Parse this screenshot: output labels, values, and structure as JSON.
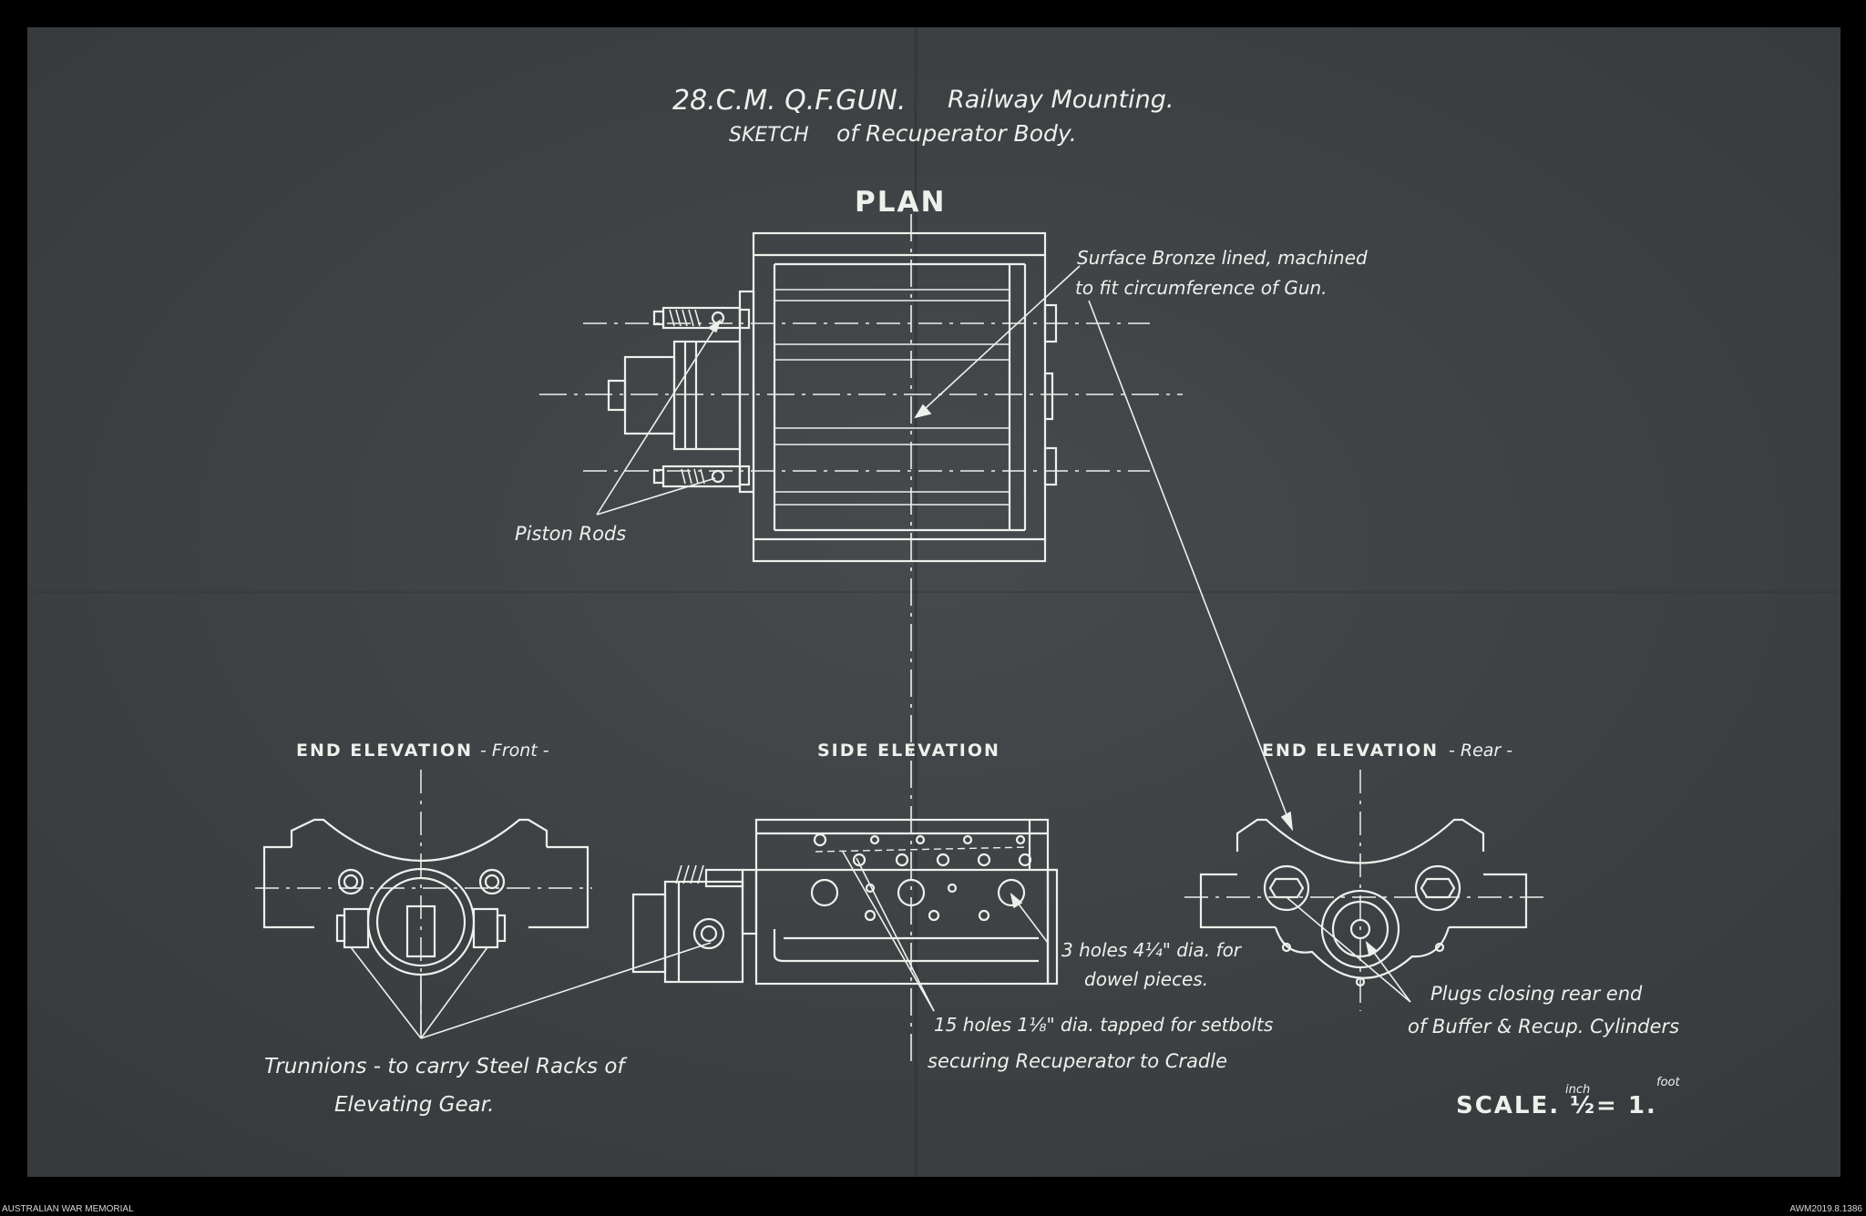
{
  "title": {
    "line1_gun": "28.C.M. Q.F.GUN.",
    "line1_mount": "Railway Mounting.",
    "line2_sketch": "SKETCH",
    "line2_rest": "of Recuperator Body."
  },
  "views": {
    "plan": "PLAN",
    "end_front_main": "END ELEVATION",
    "end_front_sub": "- Front -",
    "side": "SIDE ELEVATION",
    "end_rear_main": "END ELEVATION",
    "end_rear_sub": "- Rear -"
  },
  "notes": {
    "surface_line1": "Surface Bronze lined, machined",
    "surface_line2": "to fit circumference of Gun.",
    "piston_rods": "Piston Rods",
    "holes3_line1": "3 holes 4¼\" dia. for",
    "holes3_line2": "dowel pieces.",
    "holes15_line1": "15 holes 1⅛\" dia. tapped for setbolts",
    "holes15_line2": "securing Recuperator to Cradle",
    "plugs_line1": "Plugs closing rear end",
    "plugs_line2": "of Buffer & Recup. Cylinders",
    "trunnions_line1": "Trunnions - to carry Steel Racks of",
    "trunnions_line2": "Elevating Gear."
  },
  "scale": {
    "prefix": "SCALE. ½",
    "inch": "inch",
    "equals": "= 1.",
    "foot": "foot"
  },
  "credits": {
    "left": "AUSTRALIAN WAR MEMORIAL",
    "right": "AWM2019.8.1386"
  },
  "colors": {
    "paper": "#3d4143",
    "ink": "#eef0ec",
    "frame": "#000000"
  }
}
